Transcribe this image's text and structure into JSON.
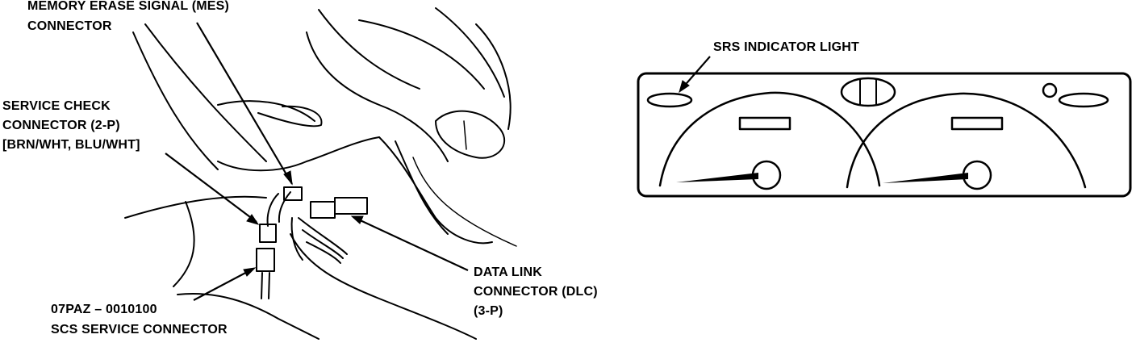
{
  "labels": {
    "mes_line1": "MEMORY ERASE SIGNAL (MES)",
    "mes_line2": "CONNECTOR",
    "scc_line1": "SERVICE CHECK",
    "scc_line2": "CONNECTOR (2-P)",
    "scc_line3": "[BRN/WHT, BLU/WHT]",
    "tool_line1": "07PAZ – 0010100",
    "tool_line2": "SCS SERVICE CONNECTOR",
    "dlc_line1": "DATA LINK",
    "dlc_line2": "CONNECTOR (DLC)",
    "dlc_line3": "(3-P)",
    "srs": "SRS INDICATOR LIGHT"
  }
}
